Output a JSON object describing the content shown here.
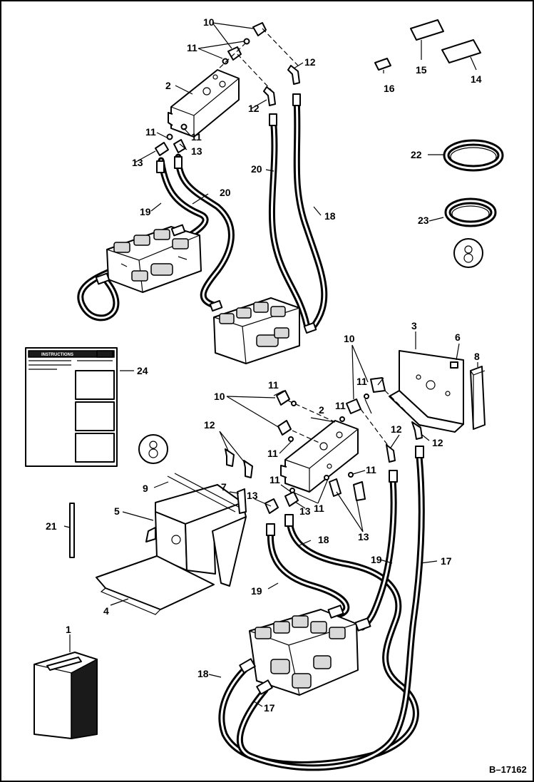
{
  "figure_id": "B–17162",
  "instruction_card": {
    "heading": "INSTRUCTIONS"
  },
  "callouts": [
    {
      "id": "c1",
      "text": "1"
    },
    {
      "id": "c2a",
      "text": "2"
    },
    {
      "id": "c2b",
      "text": "2"
    },
    {
      "id": "c3",
      "text": "3"
    },
    {
      "id": "c4",
      "text": "4"
    },
    {
      "id": "c5",
      "text": "5"
    },
    {
      "id": "c6",
      "text": "6"
    },
    {
      "id": "c7",
      "text": "7"
    },
    {
      "id": "c8",
      "text": "8"
    },
    {
      "id": "c9",
      "text": "9"
    },
    {
      "id": "c10a",
      "text": "10"
    },
    {
      "id": "c10b",
      "text": "10"
    },
    {
      "id": "c10c",
      "text": "10"
    },
    {
      "id": "c11a",
      "text": "11"
    },
    {
      "id": "c11b",
      "text": "11"
    },
    {
      "id": "c11c",
      "text": "11"
    },
    {
      "id": "c11d",
      "text": "11"
    },
    {
      "id": "c11e",
      "text": "11"
    },
    {
      "id": "c11f",
      "text": "11"
    },
    {
      "id": "c11g",
      "text": "11"
    },
    {
      "id": "c11h",
      "text": "11"
    },
    {
      "id": "c11i",
      "text": "11"
    },
    {
      "id": "c11j",
      "text": "11"
    },
    {
      "id": "c12a",
      "text": "12"
    },
    {
      "id": "c12b",
      "text": "12"
    },
    {
      "id": "c12c",
      "text": "12"
    },
    {
      "id": "c12d",
      "text": "12"
    },
    {
      "id": "c12e",
      "text": "12"
    },
    {
      "id": "c13a",
      "text": "13"
    },
    {
      "id": "c13b",
      "text": "13"
    },
    {
      "id": "c13c",
      "text": "13"
    },
    {
      "id": "c13d",
      "text": "13"
    },
    {
      "id": "c13e",
      "text": "13"
    },
    {
      "id": "c14",
      "text": "14"
    },
    {
      "id": "c15",
      "text": "15"
    },
    {
      "id": "c16",
      "text": "16"
    },
    {
      "id": "c17a",
      "text": "17"
    },
    {
      "id": "c17b",
      "text": "17"
    },
    {
      "id": "c18a",
      "text": "18"
    },
    {
      "id": "c18b",
      "text": "18"
    },
    {
      "id": "c18c",
      "text": "18"
    },
    {
      "id": "c19a",
      "text": "19"
    },
    {
      "id": "c19b",
      "text": "19"
    },
    {
      "id": "c19c",
      "text": "19"
    },
    {
      "id": "c20a",
      "text": "20"
    },
    {
      "id": "c20b",
      "text": "20"
    },
    {
      "id": "c21",
      "text": "21"
    },
    {
      "id": "c22",
      "text": "22"
    },
    {
      "id": "c23",
      "text": "23"
    },
    {
      "id": "c24",
      "text": "24"
    }
  ],
  "icons": {
    "decal": "decal-icon",
    "tie_strap": "tie-strap-icon",
    "hose_coil": "hose-coil-icon"
  },
  "colors": {
    "ink": "#000000",
    "paper": "#ffffff"
  }
}
